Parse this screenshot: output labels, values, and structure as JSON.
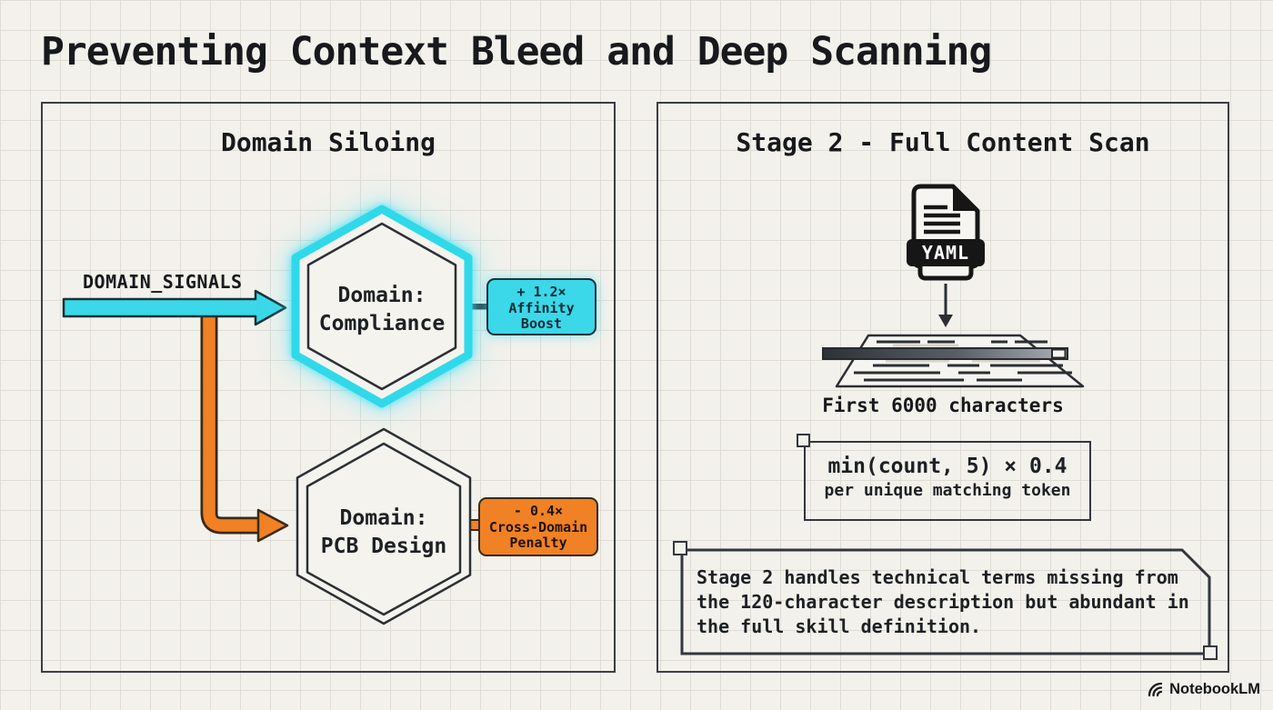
{
  "title": "Preventing Context Bleed and Deep Scanning",
  "accent_colors": {
    "cyan": "#3ad8e9",
    "orange": "#f08124",
    "ink": "#2b3035",
    "paper": "#f2f1ec"
  },
  "left_panel": {
    "title": "Domain Siloing",
    "signal_label": "DOMAIN_SIGNALS",
    "compliance_hexagon": {
      "line1": "Domain:",
      "line2": "Compliance"
    },
    "pcb_hexagon": {
      "line1": "Domain:",
      "line2": "PCB Design"
    },
    "boost_badge": {
      "line1": "+ 1.2×",
      "line2": "Affinity",
      "line3": "Boost"
    },
    "penalty_badge": {
      "line1": "- 0.4×",
      "line2": "Cross-Domain",
      "line3": "Penalty"
    }
  },
  "right_panel": {
    "title": "Stage 2 - Full Content Scan",
    "file_badge": "YAML",
    "scan_caption": "First 6000 characters",
    "formula": {
      "line1": "min(count, 5) × 0.4",
      "line2": "per unique matching token"
    },
    "note": {
      "line1": "Stage 2 handles technical terms missing from",
      "line2": "the 120-character description but abundant in",
      "line3": "the full skill definition."
    }
  },
  "footer": {
    "brand": "NotebookLM"
  },
  "icons": {
    "file_type": "yaml-file-icon",
    "flow": "down-arrow-icon",
    "scan": "document-scan-icon",
    "brand": "notebooklm-logo-icon"
  }
}
